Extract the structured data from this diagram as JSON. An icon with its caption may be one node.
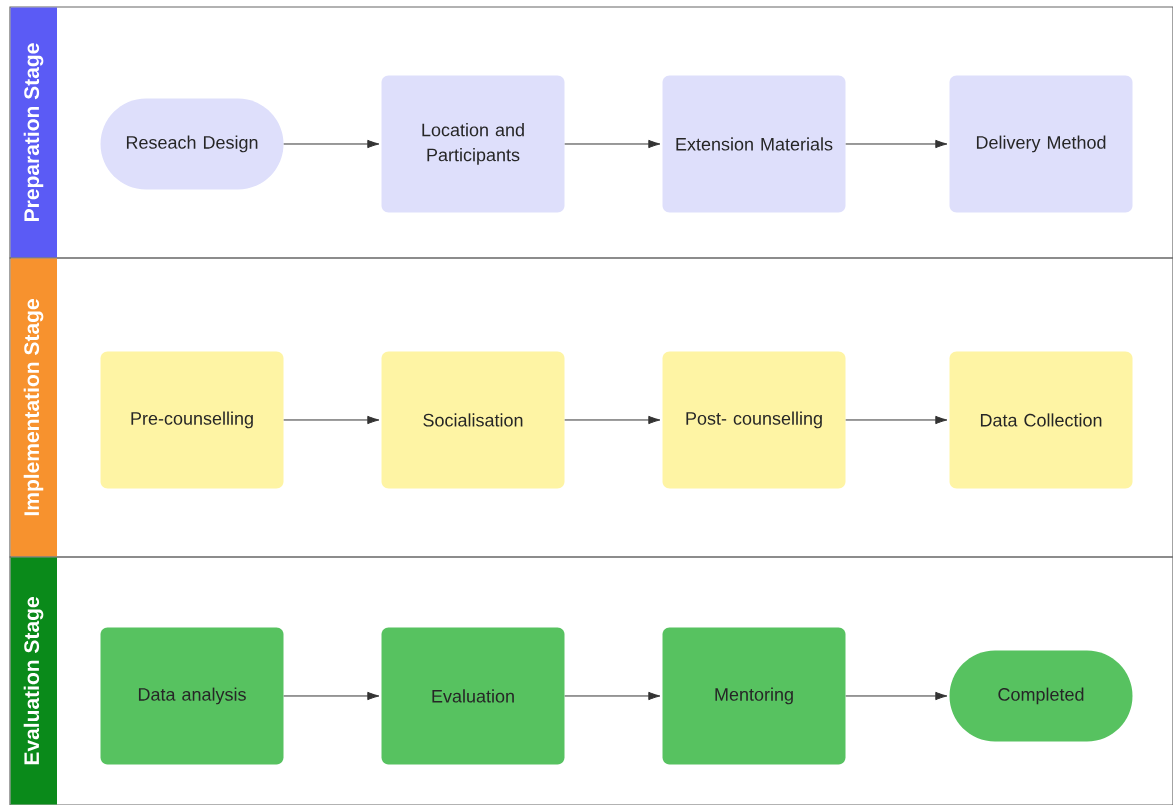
{
  "diagram": {
    "nodes": [
      {
        "text": [
          "Preparation Stage"
        ]
      },
      {
        "text": [
          "Reseach Design"
        ],
        "in": 0
      },
      {
        "text": [
          "Location and Participants"
        ],
        "in": 0
      },
      {
        "text": [
          "Extension Materials"
        ],
        "in": 0
      },
      {
        "text": [
          "Delivery Method"
        ],
        "in": 0
      },
      {
        "text": [
          "Implementation Stage"
        ]
      },
      {
        "text": [
          "Pre-counselling"
        ],
        "in": 5
      },
      {
        "text": [
          "Socialisation"
        ],
        "in": 5
      },
      {
        "text": [
          "Post- counselling"
        ],
        "in": 5
      },
      {
        "text": [
          "Data Collection"
        ],
        "in": 5
      },
      {
        "text": [
          "Evaluation Stage"
        ]
      },
      {
        "text": [
          "Data analysis"
        ],
        "in": 10
      },
      {
        "text": [
          "Evaluation"
        ],
        "in": 10
      },
      {
        "text": [
          "Mentoring"
        ],
        "in": 10
      },
      {
        "text": [
          "Completed"
        ],
        "in": 10
      }
    ],
    "edges": [
      {
        "from": 1,
        "to": 2,
        "arrow": "to"
      },
      {
        "from": 2,
        "to": 3,
        "arrow": "to"
      },
      {
        "from": 3,
        "to": 4,
        "arrow": "to"
      },
      {
        "from": 6,
        "to": 7,
        "arrow": "to"
      },
      {
        "from": 7,
        "to": 8,
        "arrow": "to"
      },
      {
        "from": 8,
        "to": 9,
        "arrow": "to"
      },
      {
        "from": 11,
        "to": 12,
        "arrow": "to"
      },
      {
        "from": 12,
        "to": 13,
        "arrow": "to"
      },
      {
        "from": 13,
        "to": 14,
        "arrow": "to"
      }
    ]
  }
}
